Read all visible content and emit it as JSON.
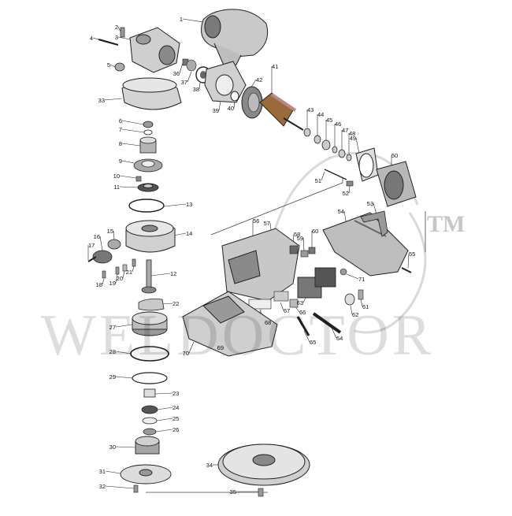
{
  "watermark": {
    "text": "WELDOCTOR",
    "tm": "TM"
  },
  "callouts": [
    "1",
    "2",
    "3",
    "4",
    "5",
    "33",
    "36",
    "37",
    "38",
    "39",
    "40",
    "42",
    "41",
    "6",
    "7",
    "8",
    "9",
    "10",
    "11",
    "13",
    "14",
    "15",
    "16",
    "17",
    "18",
    "19",
    "20",
    "21",
    "12",
    "22",
    "27",
    "28",
    "29",
    "23",
    "24",
    "25",
    "26",
    "30",
    "31",
    "32",
    "34",
    "35",
    "43",
    "44",
    "45",
    "46",
    "47",
    "48",
    "49",
    "50",
    "51",
    "52",
    "53",
    "54",
    "55",
    "56",
    "57",
    "58",
    "59",
    "60",
    "71",
    "61",
    "62",
    "63",
    "64",
    "65",
    "66",
    "67",
    "68",
    "69",
    "70"
  ],
  "colors": {
    "line": "#222222",
    "part_fill": "#d9d9d9",
    "part_dark": "#555555",
    "watermark": "#cccccc"
  }
}
